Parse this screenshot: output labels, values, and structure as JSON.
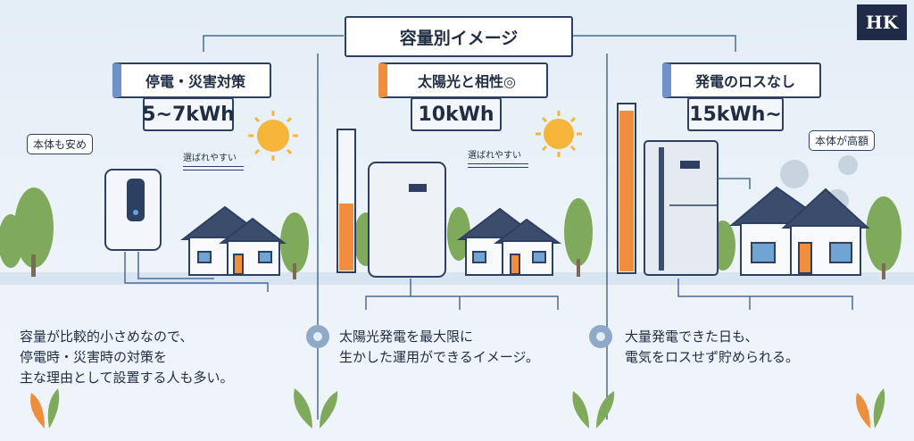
{
  "title": "容量別イメージ",
  "logo": "HK",
  "panels": [
    {
      "header": "停電・災害対策",
      "capacity": "5~7kWh",
      "callout": "本体も安め",
      "note": "選ばれやすい",
      "desc": [
        "容量が比較的小さめなので、",
        "停電時・災害時の対策を",
        "主な理由として設置する人も多い。"
      ]
    },
    {
      "header": "太陽光と相性◎",
      "capacity": "10kWh",
      "note": "選ばれやすい",
      "desc": [
        "太陽光発電を最大限に",
        "生かした運用ができるイメージ。"
      ]
    },
    {
      "header": "発電のロスなし",
      "capacity": "15kWh~",
      "callout": "本体が高額",
      "desc": [
        "大量発電できた日も、",
        "電気をロスせず貯められる。"
      ]
    }
  ],
  "colors": {
    "ribbon_blue": "#6f93c9",
    "ribbon_orange": "#ef8e3c",
    "navy": "#2d3f63",
    "sun": "#f5b43a"
  }
}
